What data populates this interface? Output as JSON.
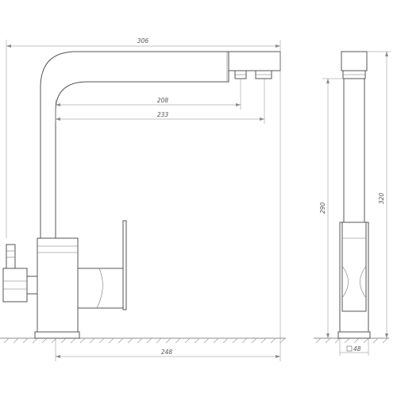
{
  "front_view": {
    "dims": {
      "overall_width": "306",
      "spout_reach_inner": "208",
      "spout_reach_outer": "233",
      "base_length": "248"
    }
  },
  "side_view": {
    "dims": {
      "spout_height": "290",
      "overall_height": "320",
      "base_section": "48"
    }
  },
  "colors": {
    "line": "#555555",
    "dimension": "#888888"
  }
}
